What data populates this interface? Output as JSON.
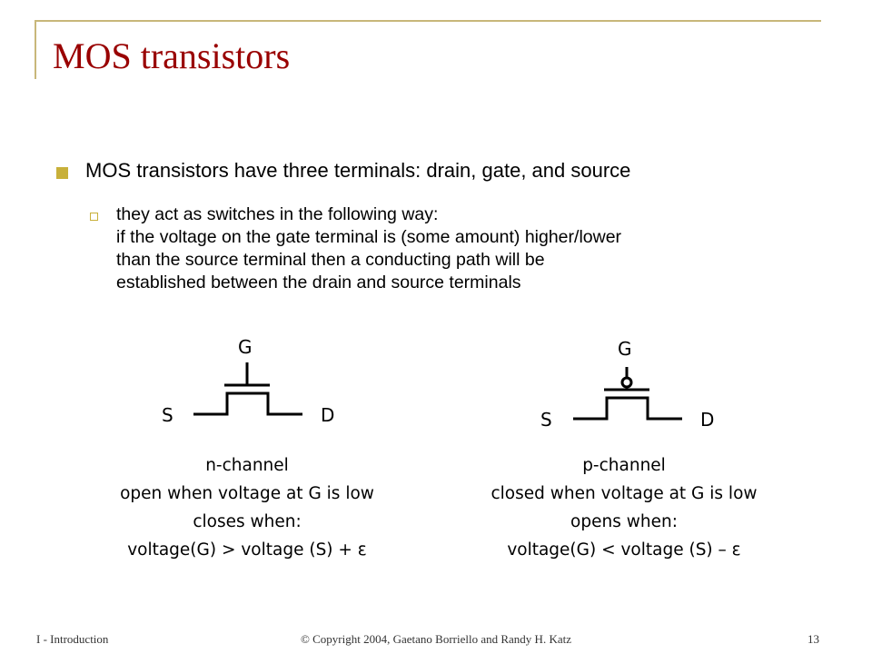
{
  "slide": {
    "title": "MOS transistors",
    "bullet_1": "MOS transistors have three terminals: drain, gate, and source",
    "sub_bullet_lines": [
      "they act as switches in the following way:",
      "if the voltage on the gate terminal is (some amount) higher/lower",
      "than the source terminal then a conducting path will be",
      "established between the drain and source terminals"
    ]
  },
  "n_channel": {
    "gate": "G",
    "source": "S",
    "drain": "D",
    "caption_lines": [
      "n-channel",
      "open when voltage at G is low",
      "closes when:",
      "voltage(G) > voltage (S) + ε"
    ]
  },
  "p_channel": {
    "gate": "G",
    "source": "S",
    "drain": "D",
    "caption_lines": [
      "p-channel",
      "closed when voltage at G is low",
      "opens when:",
      "voltage(G) < voltage (S) – ε"
    ]
  },
  "footer": {
    "left": "I - Introduction",
    "center": "© Copyright 2004, Gaetano Borriello and Randy H. Katz",
    "page_number": "13"
  },
  "colors": {
    "title": "#990000",
    "accent": "#c8b03a",
    "rule": "#c8b77a"
  }
}
